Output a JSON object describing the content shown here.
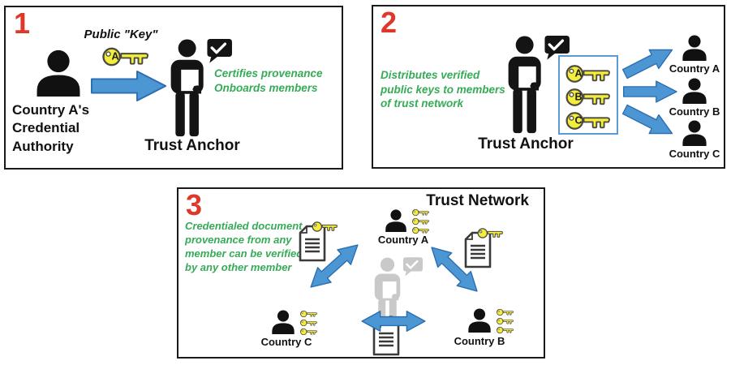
{
  "panels": {
    "p1": {
      "number": "1",
      "authority_lines": [
        "Country A's",
        "Credential",
        "Authority"
      ],
      "public_key_label": "Public \"Key\"",
      "key_letter": "A",
      "anchor_label": "Trust Anchor",
      "note_lines": [
        "Certifies provenance",
        "Onboards members"
      ]
    },
    "p2": {
      "number": "2",
      "note_lines": [
        "Distributes verified",
        "public keys to members",
        "of trust network"
      ],
      "anchor_label": "Trust Anchor",
      "key_letters": [
        "A",
        "B",
        "C"
      ],
      "member_labels": [
        "Country A",
        "Country B",
        "Country C"
      ]
    },
    "p3": {
      "number": "3",
      "title": "Trust Network",
      "note_lines": [
        "Credentialed document",
        "provenance from any",
        "member can be verified",
        "by any other member"
      ],
      "member_a": "Country A",
      "member_b": "Country B",
      "member_c": "Country C"
    }
  },
  "colors": {
    "step_number_red": "#e0372b",
    "note_green": "#35ab57",
    "arrow_blue": "#4b96d3",
    "arrow_border_blue": "#2a6db0",
    "key_yellow": "#f4ed3c",
    "key_box_border_blue": "#5b9bd5",
    "faded_anchor_gray": "#c9c9c9"
  }
}
